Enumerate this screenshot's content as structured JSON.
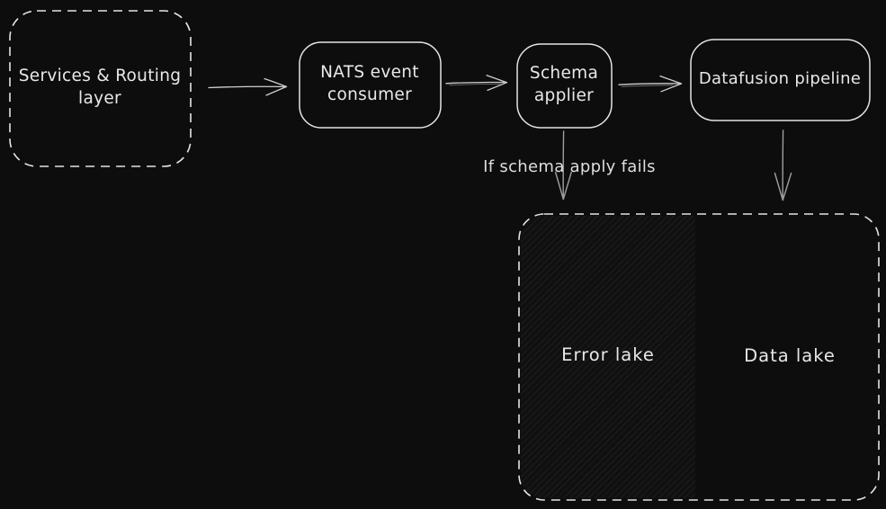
{
  "diagram": {
    "nodes": {
      "services": {
        "line1": "Services & Routing",
        "line2": "layer"
      },
      "nats": {
        "line1": "NATS event",
        "line2": "consumer"
      },
      "schema": {
        "line1": "Schema",
        "line2": "applier"
      },
      "datafusion": {
        "label": "Datafusion pipeline"
      },
      "error_lake": {
        "label": "Error lake"
      },
      "data_lake": {
        "label": "Data lake"
      }
    },
    "edges": {
      "fail_label": "If schema apply fails"
    },
    "colors": {
      "background": "#0d0d0d",
      "box_stroke": "#e4e4e4",
      "text": "#e8e8e8",
      "arrow_horizontal": "#cfcfcf",
      "arrow_vertical": "#9f9f9f",
      "hatch_line": "#1f1f1f"
    }
  }
}
